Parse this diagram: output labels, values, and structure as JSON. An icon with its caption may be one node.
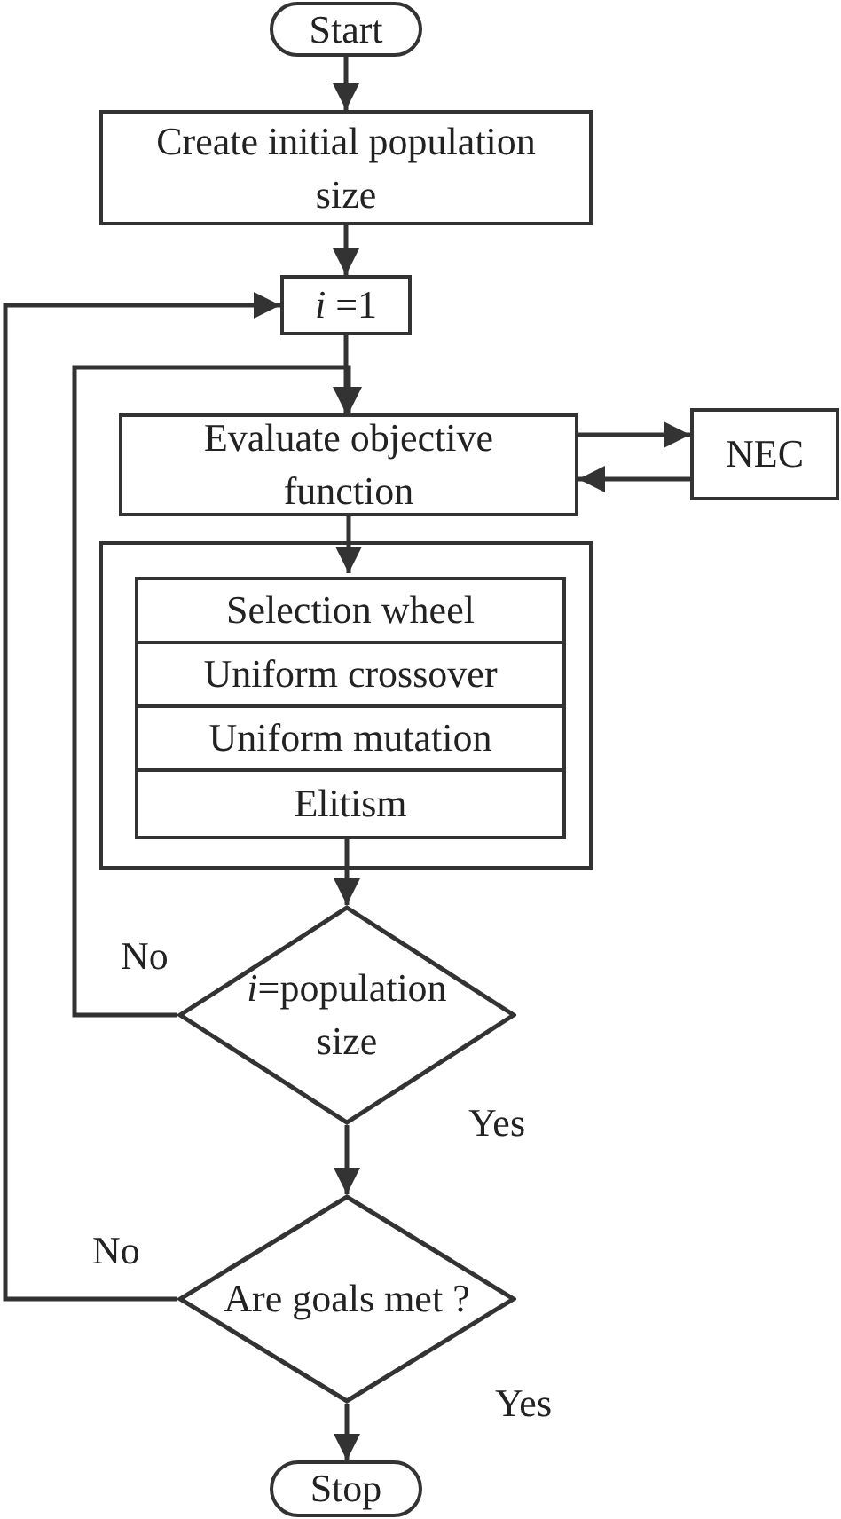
{
  "diagram": {
    "nodes": [
      {
        "text": [
          "Start"
        ]
      },
      {
        "text": [
          "Create initial population size"
        ]
      },
      {
        "text": [
          "*i* =1"
        ]
      },
      {
        "text": [
          "Evaluate objective function"
        ]
      },
      {
        "text": [
          "NEC"
        ]
      },
      {
        "text": [],
        "shape": "box"
      },
      {
        "text": [
          "Selection wheel"
        ],
        "in": 5
      },
      {
        "text": [
          "Uniform crossover"
        ],
        "in": 5
      },
      {
        "text": [
          "Uniform mutation"
        ],
        "in": 5
      },
      {
        "text": [
          "Elitism"
        ],
        "in": 5
      },
      {
        "text": [
          "*i*=population size"
        ]
      },
      {
        "text": [
          "Are goals met ?"
        ]
      },
      {
        "text": [
          "Stop"
        ]
      }
    ],
    "edges": [
      {
        "from": 0,
        "to": 1,
        "arrow": "to"
      },
      {
        "from": 1,
        "to": 2,
        "arrow": "to"
      },
      {
        "from": 2,
        "to": 3,
        "arrow": "to"
      },
      {
        "from": 3,
        "to": 4,
        "arrow": "to"
      },
      {
        "from": 4,
        "to": 3,
        "arrow": "to"
      },
      {
        "from": 3,
        "to": 6,
        "arrow": "to"
      },
      {
        "from": 9,
        "to": 10,
        "arrow": "to"
      },
      {
        "from": 10,
        "to": 3,
        "arrow": "to",
        "label": "No"
      },
      {
        "from": 10,
        "to": 11,
        "arrow": "to",
        "label": "Yes"
      },
      {
        "from": 11,
        "to": 2,
        "arrow": "to",
        "label": "No"
      },
      {
        "from": 11,
        "to": 12,
        "arrow": "to",
        "label": "Yes"
      }
    ]
  }
}
